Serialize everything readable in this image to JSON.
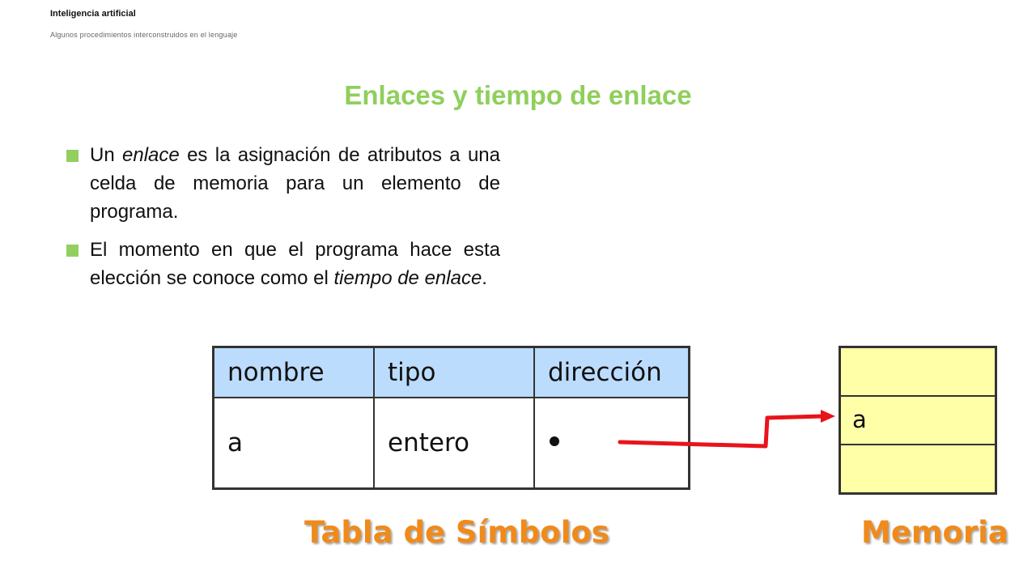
{
  "header": {
    "course": "Inteligencia artificial",
    "subtitle": "Algunos procedimientos interconstruidos en el lenguaje"
  },
  "slide": {
    "title": "Enlaces y tiempo de enlace"
  },
  "bullets": {
    "b1": {
      "t1": "Un ",
      "em1": "enlace",
      "t2": " es la asignación de atributos a una celda de memoria para un elemento de programa."
    },
    "b2": {
      "t1": "El momento en que el programa hace esta elección se conoce como el ",
      "em1": "tiempo de enlace",
      "t2": "."
    }
  },
  "symbol_table": {
    "headers": [
      "nombre",
      "tipo",
      "dirección"
    ],
    "row": [
      "a",
      "entero"
    ],
    "caption": "Tabla de Símbolos"
  },
  "memory": {
    "cells": [
      "",
      "a",
      ""
    ],
    "caption": "Memoria"
  },
  "colors": {
    "title": "#8fcf5c",
    "bullet": "#93cf60",
    "table_header": "#bbdcfc",
    "memory": "#ffffa8",
    "arrow": "#e8141a",
    "caption": "#f08a1a"
  }
}
